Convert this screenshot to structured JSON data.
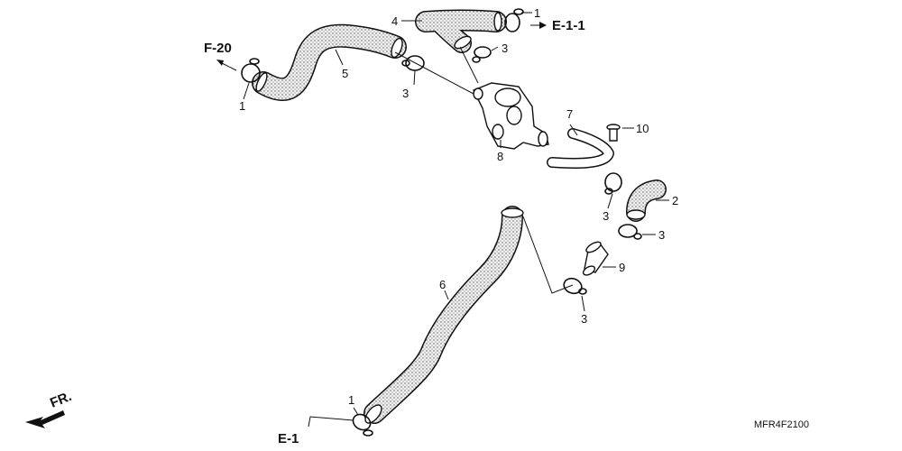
{
  "references": {
    "f20": "F-20",
    "e11": "E-1-1",
    "e1": "E-1",
    "front": "FR."
  },
  "callouts": {
    "c1_top": "1",
    "c1_left": "1",
    "c1_bottom": "1",
    "c2": "2",
    "c3_a": "3",
    "c3_b": "3",
    "c3_c": "3",
    "c3_d": "3",
    "c3_e": "3",
    "c4": "4",
    "c5": "5",
    "c6": "6",
    "c7": "7",
    "c8": "8",
    "c9": "9",
    "c10": "10"
  },
  "diagram_code": "MFR4F2100",
  "colors": {
    "line": "#111111",
    "hose_fill": "#d9d9d9",
    "background": "#ffffff"
  }
}
